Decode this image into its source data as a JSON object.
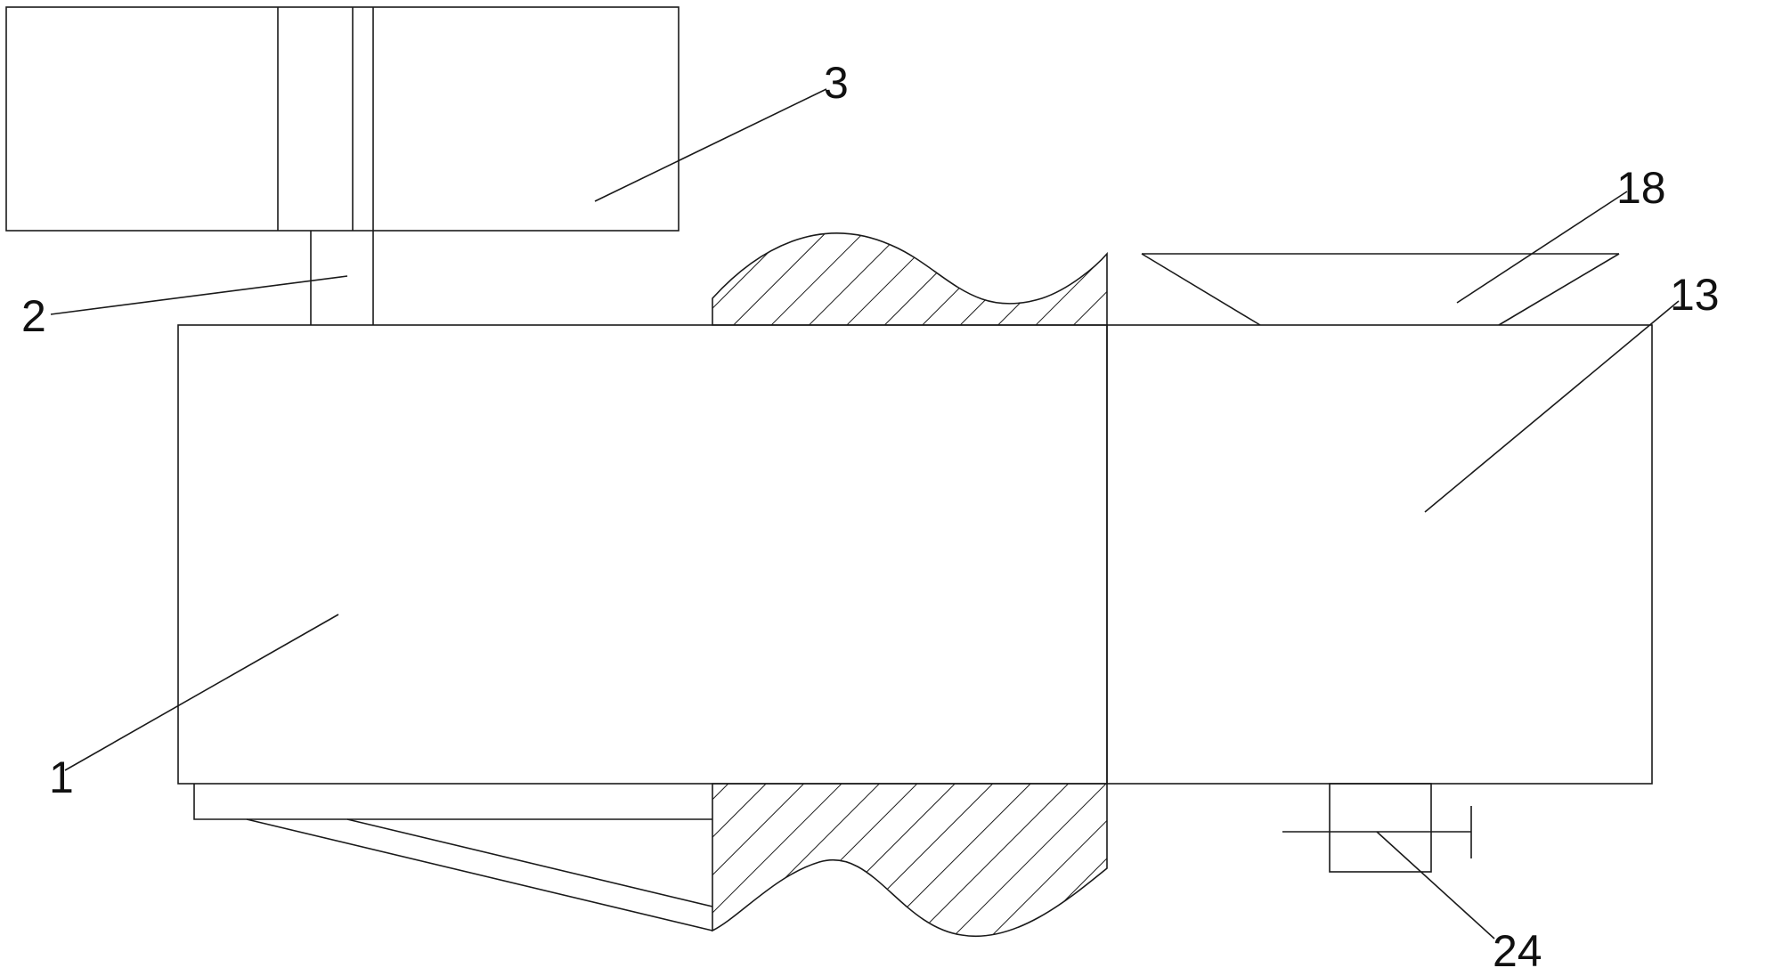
{
  "diagram": {
    "background": "#ffffff",
    "line_color": "#1a1a1a",
    "labels": {
      "l1": "1",
      "l2": "2",
      "l3": "3",
      "l13": "13",
      "l18": "18",
      "l24": "24"
    }
  }
}
